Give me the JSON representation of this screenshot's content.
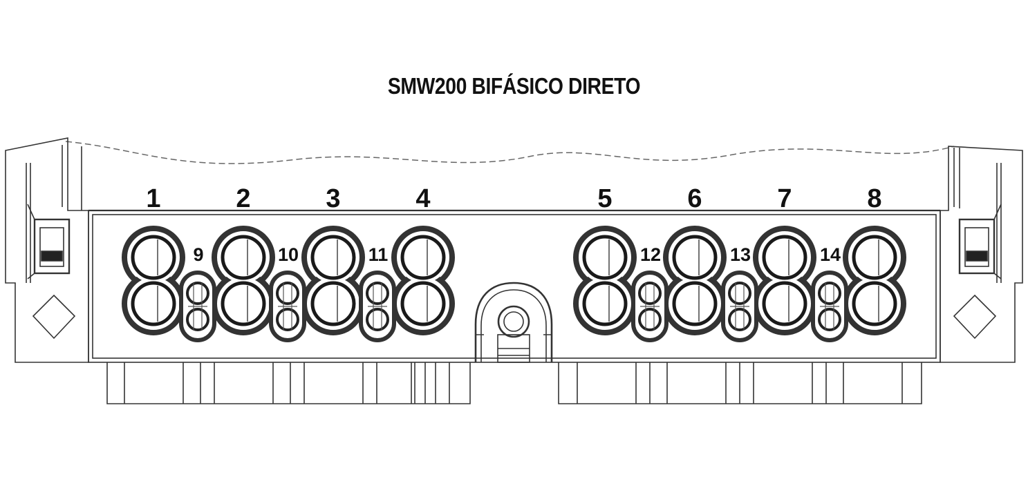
{
  "diagram": {
    "title": "SMW200 BIFÁSICO DIRETO",
    "main_terminals": [
      "1",
      "2",
      "3",
      "4",
      "5",
      "6",
      "7",
      "8"
    ],
    "auxiliary_terminals": [
      "9",
      "10",
      "11",
      "12",
      "13",
      "14"
    ]
  }
}
